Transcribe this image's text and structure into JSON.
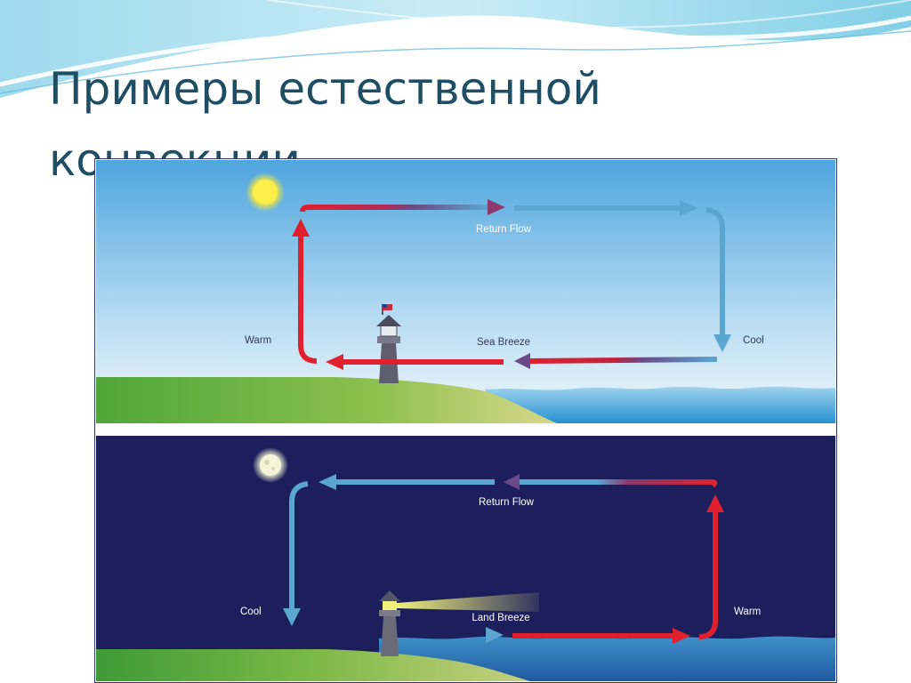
{
  "slide": {
    "title": "Примеры естественной конвекции"
  },
  "diagram": {
    "day": {
      "top_label": "Return Flow",
      "bottom_label": "Sea Breeze",
      "left_label": "Warm",
      "right_label": "Cool"
    },
    "night": {
      "top_label": "Return Flow",
      "bottom_label": "Land Breeze",
      "left_label": "Cool",
      "right_label": "Warm"
    }
  },
  "colors": {
    "title": "#1f4e64",
    "warm_arrow": "#e0202e",
    "cool_arrow": "#5aa6d0",
    "mid_arrow": "#6a4a86",
    "day_sky_top": "#56a9df",
    "night_sky": "#1d1f5c",
    "land": "#5aa83a",
    "sea": "#2d97d1"
  }
}
